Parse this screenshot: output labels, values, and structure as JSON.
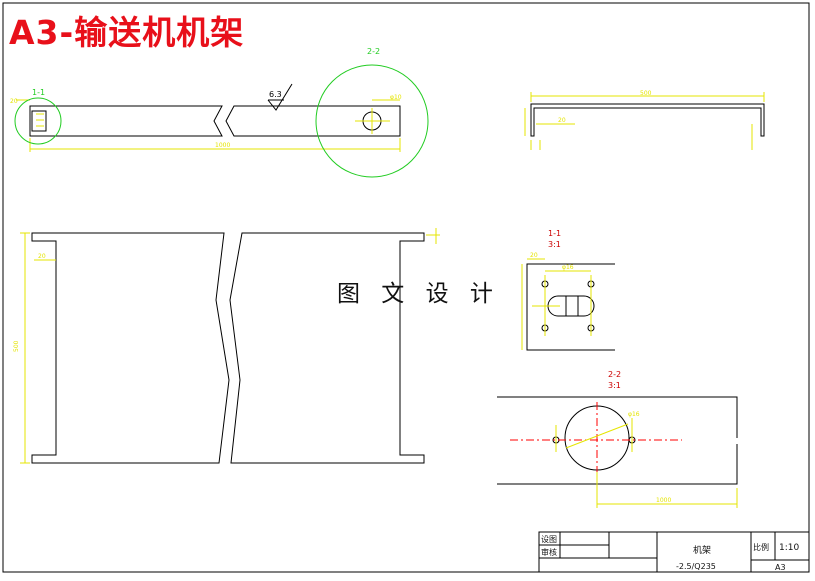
{
  "title": "A3-输送机机架",
  "watermark": "图 文 设 计",
  "colors": {
    "outline": "#000000",
    "dimension": "#e5e500",
    "detail_circle": "#22cc22",
    "centerline": "#ff0000",
    "detail_label": "#cc0000",
    "title": "#e8101a"
  },
  "views": {
    "detail_1_label": "1-1",
    "detail_2_label": "2-2",
    "roughness": "6.3",
    "detail_1_view": {
      "label": "1-1",
      "scale": "3:1"
    },
    "detail_2_view": {
      "label": "2-2",
      "scale": "3:1"
    }
  },
  "dimensions": {
    "overall_length": "1000",
    "slot": "φ10",
    "side_height": "20",
    "profile_width": "500",
    "hole_offset": "φ16"
  },
  "title_block": {
    "designer": "设图",
    "checker": "审核",
    "part_name": "机架",
    "material": "-2.5/Q235",
    "scale_label": "比例",
    "scale": "1:10",
    "sheet_size": "A3"
  }
}
